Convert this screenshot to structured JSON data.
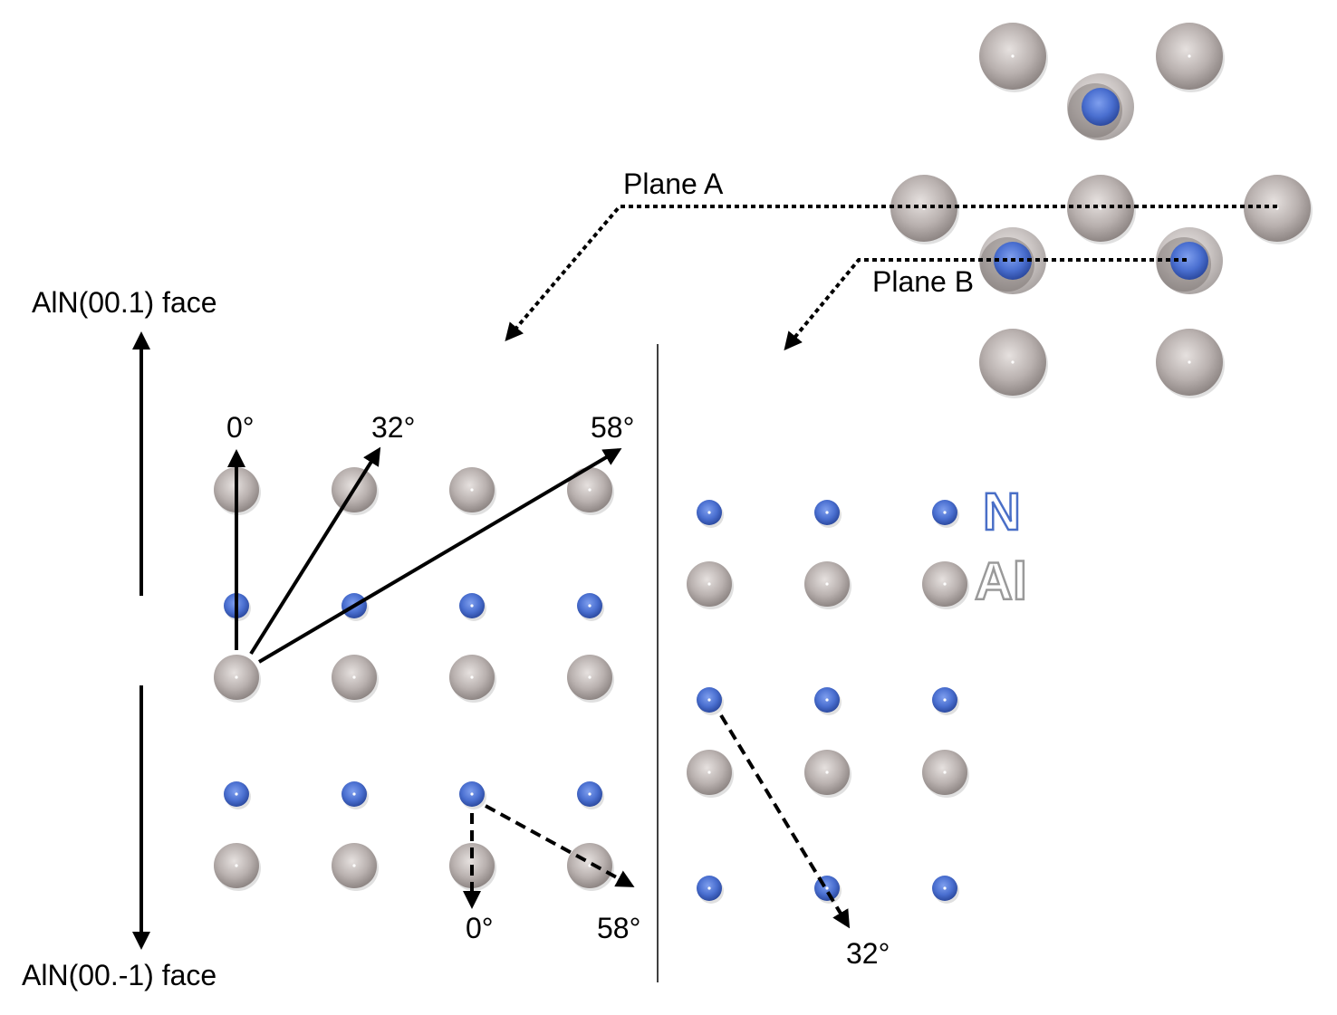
{
  "labels": {
    "face_top": "AlN(00.1) face",
    "face_bottom": "AlN(00.-1) face",
    "plane_a": "Plane A",
    "plane_b": "Plane B",
    "angle_0_top": "0°",
    "angle_32_top": "32°",
    "angle_58_top": "58°",
    "angle_0_bottom": "0°",
    "angle_58_bottom": "58°",
    "angle_32_right": "32°"
  },
  "legend": {
    "n": "N",
    "al": "Al"
  },
  "colors": {
    "al_atom": "#b8b0ae",
    "n_atom": "#4a6fd0",
    "arrow": "#000000",
    "divider": "#000000"
  }
}
